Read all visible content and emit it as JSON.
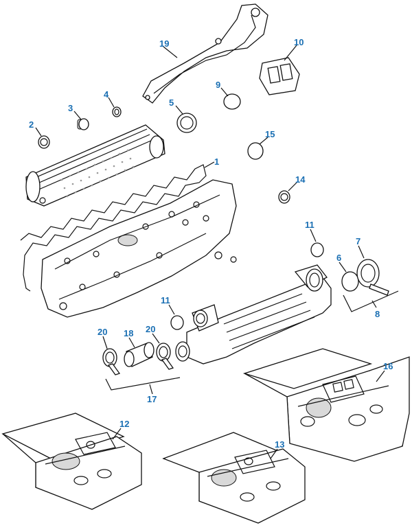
{
  "diagram": {
    "callouts": [
      "19",
      "10",
      "9",
      "4",
      "3",
      "5",
      "2",
      "15",
      "1",
      "14",
      "11",
      "7",
      "6",
      "8",
      "11",
      "20",
      "18",
      "20",
      "17",
      "16",
      "12",
      "13"
    ],
    "accent_color": "#1a6fb3",
    "line_color": "#111111"
  }
}
